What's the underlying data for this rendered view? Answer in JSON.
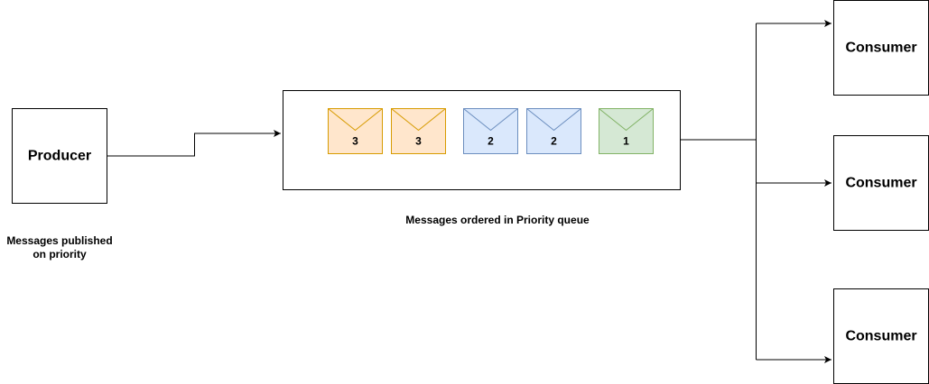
{
  "producer": {
    "label": "Producer"
  },
  "producer_caption": {
    "line1": "Messages published",
    "line2": "on priority"
  },
  "queue": {
    "caption": "Messages ordered in Priority queue",
    "messages": [
      {
        "priority": "3",
        "fill": "#ffe6cc",
        "stroke": "#d79b00"
      },
      {
        "priority": "3",
        "fill": "#ffe6cc",
        "stroke": "#d79b00"
      },
      {
        "priority": "2",
        "fill": "#dae8fc",
        "stroke": "#6c8ebf"
      },
      {
        "priority": "2",
        "fill": "#dae8fc",
        "stroke": "#6c8ebf"
      },
      {
        "priority": "1",
        "fill": "#d5e8d4",
        "stroke": "#82b366"
      }
    ]
  },
  "consumers": [
    {
      "label": "Consumer"
    },
    {
      "label": "Consumer"
    },
    {
      "label": "Consumer"
    }
  ]
}
